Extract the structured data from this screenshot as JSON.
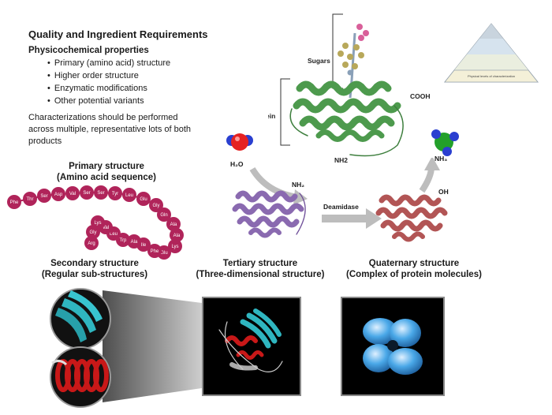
{
  "header": {
    "title": "Quality and Ingredient Requirements"
  },
  "physicochemical": {
    "heading": "Physicochemical properties",
    "items": [
      "Primary (amino acid) structure",
      "Higher order structure",
      "Enzymatic modifications",
      "Other potential variants"
    ]
  },
  "note": "Characterizations should be performed across multiple, representative lots of both products",
  "primary": {
    "title": "Primary structure",
    "subtitle": "(Amino acid sequence)",
    "residues": [
      "Phe",
      "Thr",
      "Ser",
      "Asp",
      "Val",
      "Ser",
      "Ser",
      "Tyr",
      "Leu",
      "Glu",
      "Gly",
      "Gln",
      "Ala",
      "Ala",
      "Lys",
      "Glu",
      "Phe",
      "Ile",
      "Ala",
      "Trp",
      "Leu",
      "Val",
      "Lys",
      "Gly",
      "Arg"
    ]
  },
  "glycoprotein": {
    "sugars_label": "Sugars",
    "protein_label": "Protein",
    "cooh_label": "COOH",
    "nh2_label": "NH2"
  },
  "deamidation": {
    "water_label": "H₂O",
    "nh2_label": "NH₂",
    "enzyme_label": "Deamidase",
    "oh_label": "OH",
    "ammonia_label": "NH₃"
  },
  "pyramid": {
    "bottom_label": "Physical levels of characterization"
  },
  "secondary": {
    "title": "Secondary structure",
    "subtitle": "(Regular sub-structures)"
  },
  "tertiary": {
    "title": "Tertiary structure",
    "subtitle": "(Three-dimensional structure)"
  },
  "quaternary": {
    "title": "Quaternary structure",
    "subtitle": "(Complex of protein molecules)"
  },
  "colors": {
    "residue": "#b0245a",
    "protein_green": "#4d9a4d",
    "protein_purple": "#8a6ab0",
    "protein_red": "#b25555",
    "helix_red": "#c81818",
    "sheet_cyan": "#2fb6c0",
    "arrow_gray": "#bdbdbd"
  }
}
